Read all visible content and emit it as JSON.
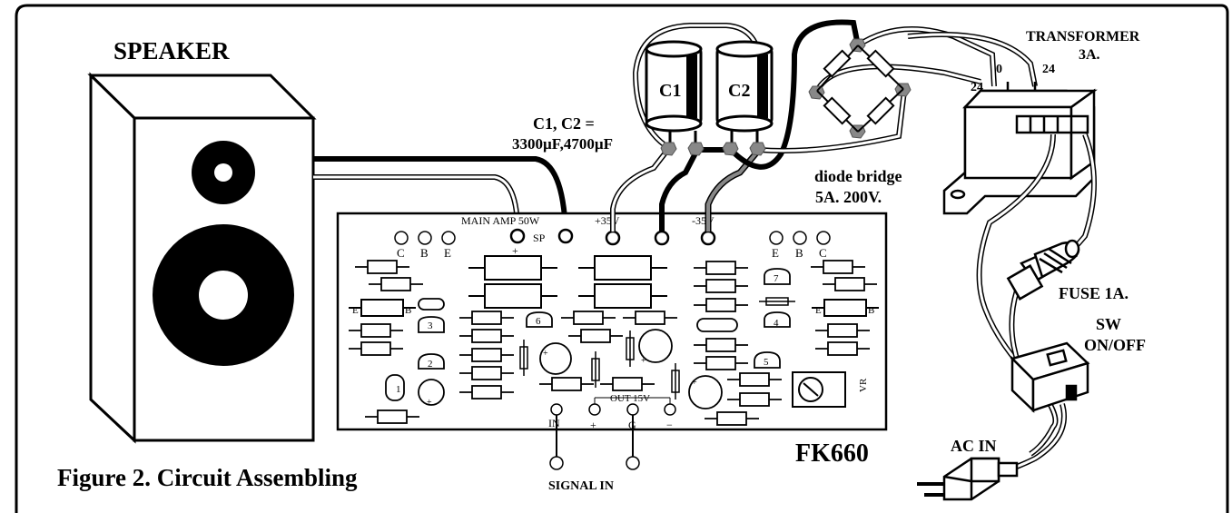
{
  "labels": {
    "speaker": "SPEAKER",
    "capacitor_spec_1": "C1, C2 =",
    "capacitor_spec_2": "3300µF,4700µF",
    "c1": "C1",
    "c2": "C2",
    "transformer_1": "TRANSFORMER",
    "transformer_2": "3A.",
    "tap_0": "0",
    "tap_24_top": "24",
    "tap_24_left": "24",
    "diode_bridge_1": "diode bridge",
    "diode_bridge_2": "5A. 200V.",
    "main_amp": "MAIN AMP 50W",
    "sp": "SP",
    "plus_35v": "+35V",
    "minus_35v": "-35V",
    "plus_sign": "+",
    "fuse": "FUSE 1A.",
    "sw_1": "SW",
    "sw_2": "ON/OFF",
    "ac_in": "AC IN",
    "board_name": "FK660",
    "figure_caption": "Figure 2. Circuit Assembling",
    "signal_in": "SIGNAL IN",
    "in": "IN",
    "g": "G",
    "out_15v": "OUT 15V",
    "out_plus": "+",
    "out_minus": "−",
    "vr": "VR",
    "c_left": "C",
    "b_left": "B",
    "e_left": "E",
    "e_right": "E",
    "b_right": "B",
    "c_right": "C",
    "e_mid_left": "E",
    "b_mid_left": "B",
    "e_mid_right": "E",
    "b_mid_right": "B",
    "tr1": "1",
    "tr2": "2",
    "tr3": "3",
    "tr4": "4",
    "tr5": "5",
    "tr6": "6",
    "tr7": "7"
  }
}
